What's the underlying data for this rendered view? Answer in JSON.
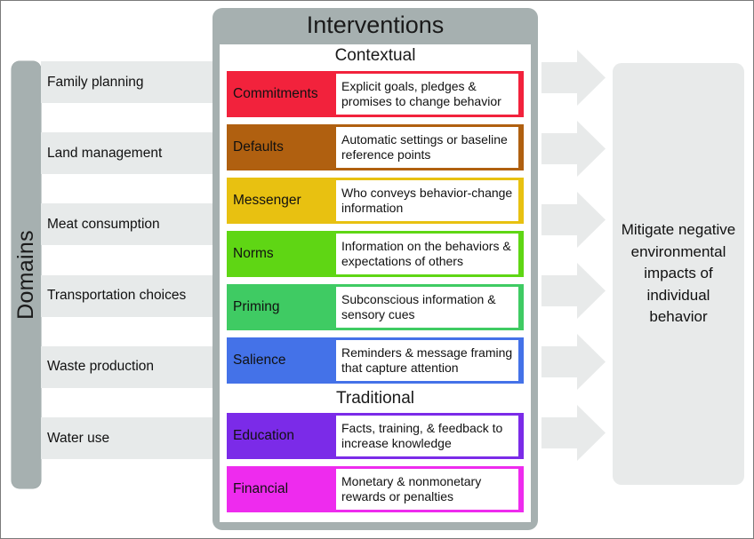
{
  "figure": {
    "domains_axis_label": "Domains",
    "interventions_title": "Interventions"
  },
  "domains": {
    "label": "Domains",
    "items": [
      {
        "label": "Family planning"
      },
      {
        "label": "Land management"
      },
      {
        "label": "Meat consumption"
      },
      {
        "label": "Transportation choices"
      },
      {
        "label": "Waste production"
      },
      {
        "label": "Water use"
      }
    ]
  },
  "interventions": {
    "title": "Interventions",
    "sections": [
      {
        "heading": "Contextual"
      },
      {
        "heading": "Traditional"
      }
    ],
    "contextual_heading": "Contextual",
    "traditional_heading": "Traditional",
    "items": [
      {
        "name": "Commitments",
        "description": "Explicit goals, pledges & promises to change behavior",
        "color": "#f2223c",
        "section": "Contextual"
      },
      {
        "name": "Defaults",
        "description": "Automatic settings or baseline reference points",
        "color": "#b06010",
        "section": "Contextual"
      },
      {
        "name": "Messenger",
        "description": "Who conveys behavior-change information",
        "color": "#e8c111",
        "section": "Contextual"
      },
      {
        "name": "Norms",
        "description": "Information on the behaviors & expectations of others",
        "color": "#5fd614",
        "section": "Contextual"
      },
      {
        "name": "Priming",
        "description": "Subconscious information & sensory cues",
        "color": "#3fcb63",
        "section": "Contextual"
      },
      {
        "name": "Salience",
        "description": "Reminders & message framing that capture attention",
        "color": "#4472e8",
        "section": "Contextual"
      },
      {
        "name": "Education",
        "description": "Facts, training, & feedback to increase knowledge",
        "color": "#7b2be8",
        "section": "Traditional"
      },
      {
        "name": "Financial",
        "description": "Monetary & nonmonetary rewards or penalties",
        "color": "#ee2bee",
        "section": "Traditional"
      }
    ]
  },
  "outcome": {
    "text": "Mitigate negative environmental impacts of individual behavior"
  },
  "arrows": {
    "count": 6,
    "color": "#e8eaea"
  },
  "colors": {
    "panel_gray": "#a6b0b0",
    "stripe_gray": "#e7eaea",
    "outcome_gray": "#e8eaea",
    "frame_border": "#7a7a7a"
  }
}
